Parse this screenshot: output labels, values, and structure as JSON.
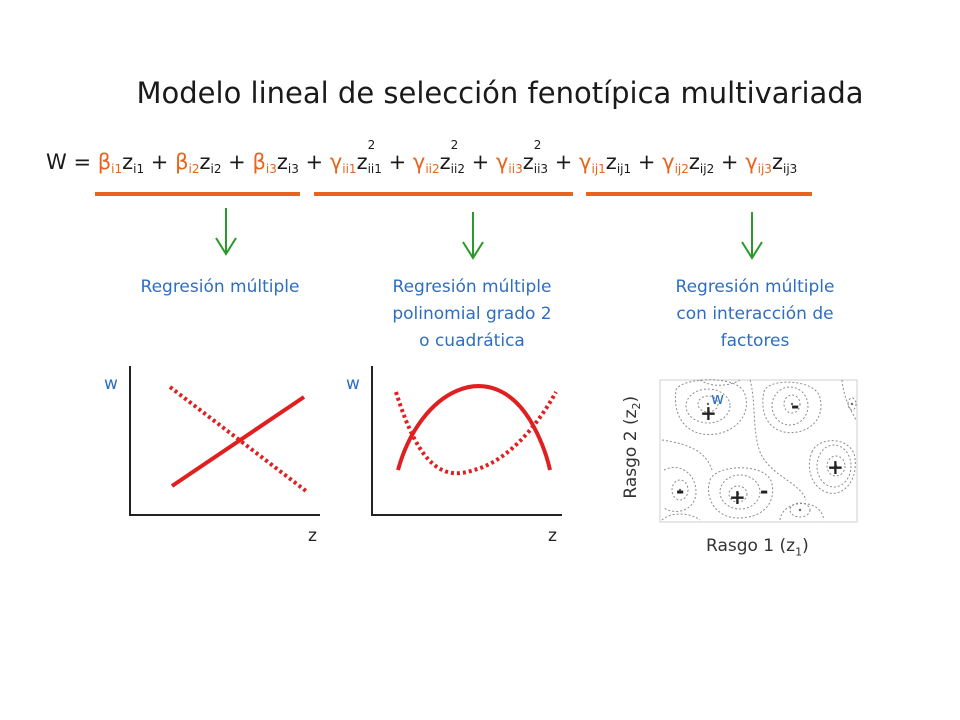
{
  "title": "Modelo lineal de selección fenotípica multivariada",
  "equation": {
    "lhs": "W =",
    "terms": [
      {
        "coef": "β",
        "coef_sub": "i1",
        "var": "z",
        "var_sub": "i1"
      },
      {
        "coef": "β",
        "coef_sub": "i2",
        "var": "z",
        "var_sub": "i2"
      },
      {
        "coef": "β",
        "coef_sub": "i3",
        "var": "z",
        "var_sub": "i3"
      },
      {
        "coef": "γ",
        "coef_sub": "ii1",
        "var": "z",
        "var_sup": "2",
        "var_sub": "ii1"
      },
      {
        "coef": "γ",
        "coef_sub": "ii2",
        "var": "z",
        "var_sup": "2",
        "var_sub": "ii2"
      },
      {
        "coef": "γ",
        "coef_sub": "ii3",
        "var": "z",
        "var_sup": "2",
        "var_sub": "ii3"
      },
      {
        "coef": "γ",
        "coef_sub": "ij1",
        "var": "z",
        "var_sub": "ij1"
      },
      {
        "coef": "γ",
        "coef_sub": "ij2",
        "var": "z",
        "var_sub": "ij2"
      },
      {
        "coef": "γ",
        "coef_sub": "ij3",
        "var": "z",
        "var_sub": "ij3"
      }
    ],
    "plus": "+"
  },
  "colors": {
    "coef": "#e8641c",
    "bracket": "#e8641c",
    "arrow": "#2a9a2a",
    "label": "#2e6ec0",
    "curve": "#e02020"
  },
  "panels": {
    "linear": {
      "label": "Regresión múltiple",
      "y_axis": "w",
      "x_axis": "z"
    },
    "quadratic": {
      "label_lines": [
        "Regresión múltiple",
        "polinomial grado 2",
        "o cuadrática"
      ],
      "y_axis": "w",
      "x_axis": "z"
    },
    "interaction": {
      "label_lines": [
        "Regresión múltiple",
        "con interacción de",
        "factores"
      ],
      "w_label": "w",
      "y_axis_text": "Rasgo 2 (z",
      "y_axis_sub": "2",
      "y_axis_close": ")",
      "x_axis_text": "Rasgo 1 (z",
      "x_axis_sub": "1",
      "x_axis_close": ")",
      "signs": [
        "+",
        "-",
        "+",
        "-",
        "+",
        "-"
      ]
    }
  }
}
